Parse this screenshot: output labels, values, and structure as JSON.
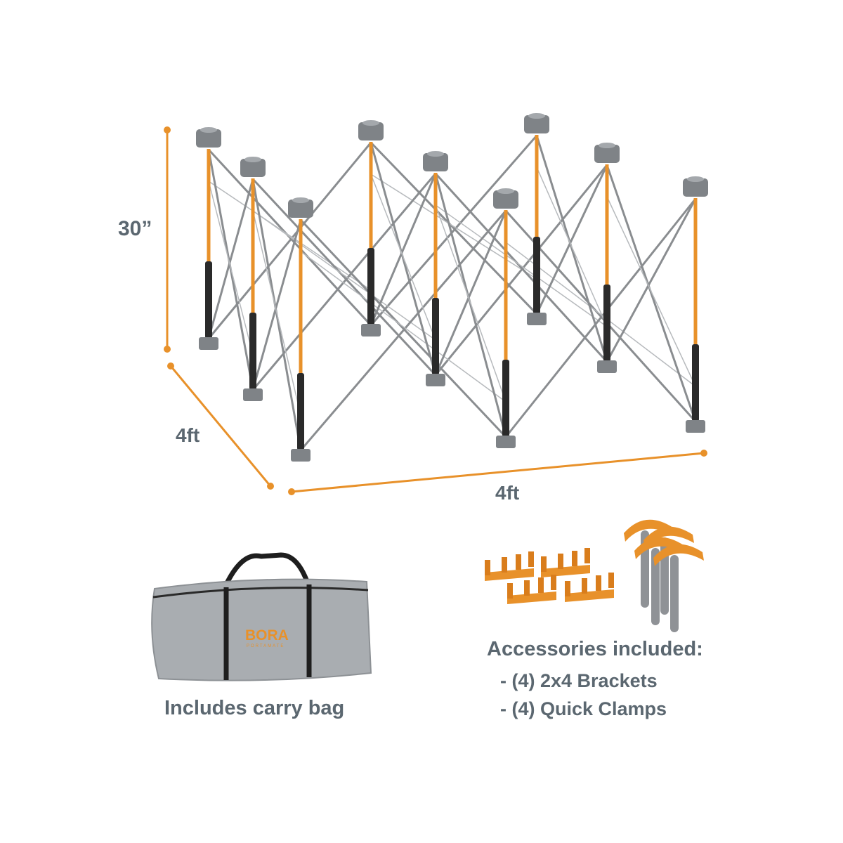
{
  "dimensions": {
    "height": "30”",
    "depth": "4ft",
    "width": "4ft"
  },
  "bag": {
    "brand": "BORA",
    "brand_sub": "PORTAMATE",
    "caption": "Includes carry bag"
  },
  "accessories": {
    "title": "Accessories included:",
    "items": [
      "- (4) 2x4 Brackets",
      "- (4) Quick Clamps"
    ]
  },
  "colors": {
    "accent": "#e8912a",
    "frame": "#8a8d90",
    "cap": "#7f8387",
    "leg_sleeve": "#2a2a2a",
    "text": "#5b6770",
    "bag": "#a9adb1"
  }
}
